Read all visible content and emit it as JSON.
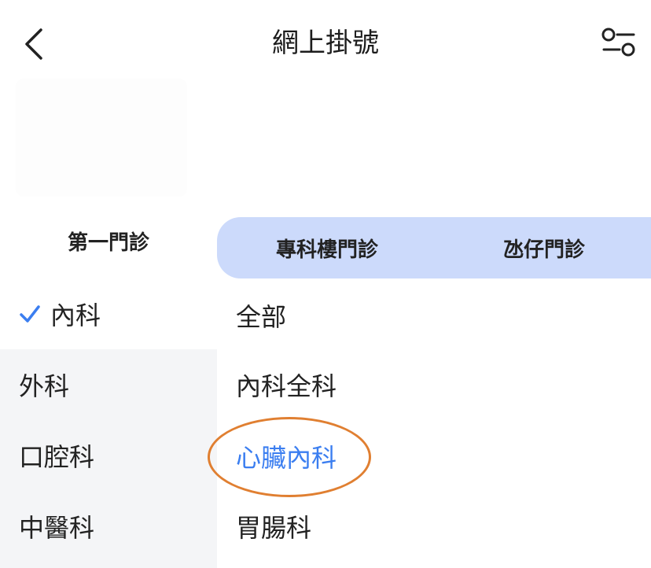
{
  "header": {
    "title": "網上掛號",
    "back_icon": "chevron-left-icon",
    "filter_icon": "filter-toggle-icon"
  },
  "tabs": [
    {
      "label": "第一門診",
      "active": true
    },
    {
      "label": "專科樓門診",
      "active": false
    },
    {
      "label": "氹仔門診",
      "active": false
    }
  ],
  "categories": [
    {
      "label": "內科",
      "selected": true
    },
    {
      "label": "外科",
      "selected": false
    },
    {
      "label": "口腔科",
      "selected": false
    },
    {
      "label": "中醫科",
      "selected": false
    }
  ],
  "subcategories": [
    {
      "label": "全部",
      "active": false
    },
    {
      "label": "內科全科",
      "active": false
    },
    {
      "label": "心臟內科",
      "active": true
    },
    {
      "label": "胃腸科",
      "active": false
    }
  ],
  "colors": {
    "accent": "#3b7ef0",
    "tab_bar": "#ccdafb",
    "left_bg": "#f4f5f7",
    "highlight": "#e07f31"
  }
}
